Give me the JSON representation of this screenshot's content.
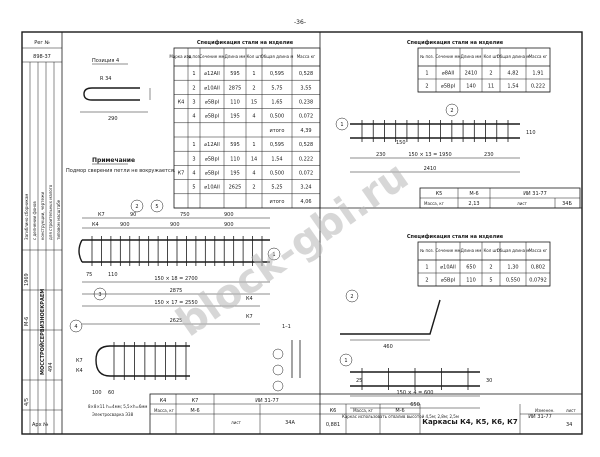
{
  "page_number": "-36-",
  "watermark": "block-gbi.ru",
  "side_panel": {
    "reg_label": "Рег №",
    "reg_value": "898-37",
    "stamp_lines": [
      "Загиблино сборникам",
      "с делнении фонов",
      "конструкции, чертежи",
      "для строительных малого",
      "типовом масштабе"
    ],
    "org": "МОССТРОЙСЕРВИЗНОЕКРАЕМ",
    "sheets": [
      "1969",
      "М-6",
      "494",
      "4/5",
      "Арх №"
    ]
  },
  "position_label": "Позиция 4",
  "detail_dims": [
    "R 34",
    "290"
  ],
  "note_title": "Примечание",
  "note_text": "Подмор сверения петли не вокружается.",
  "main_spec": {
    "title": "Спецификация стали на изделие",
    "headers": [
      "Марка изд.",
      "№ поз.",
      "Сечение мм",
      "Длина мм",
      "Кол шт",
      "Общая длина м",
      "Масса кг"
    ],
    "rows": [
      [
        "",
        "1",
        "⌀12АII",
        "595",
        "1",
        "0,595",
        "0,528"
      ],
      [
        "",
        "2",
        "⌀10АII",
        "2875",
        "2",
        "5,75",
        "3,55"
      ],
      [
        "К4",
        "3",
        "⌀5ВрI",
        "110",
        "15",
        "1,65",
        "0,238"
      ],
      [
        "",
        "4",
        "⌀5ВрI",
        "195",
        "4",
        "0,500",
        "0,072"
      ],
      [
        "",
        "",
        "",
        "",
        "",
        "итого",
        "4,39"
      ],
      [
        "",
        "1",
        "⌀12АII",
        "595",
        "1",
        "0,595",
        "0,528"
      ],
      [
        "",
        "3",
        "⌀5ВрI",
        "110",
        "14",
        "1,54",
        "0,222"
      ],
      [
        "К7",
        "4",
        "⌀5ВрI",
        "195",
        "4",
        "0,500",
        "0,072"
      ],
      [
        "",
        "5",
        "⌀10АII",
        "2625",
        "2",
        "5,25",
        "3,24"
      ],
      [
        "",
        "",
        "",
        "",
        "",
        "итого",
        "4,06"
      ]
    ]
  },
  "k5_spec": {
    "title": "Спецификация стали на изделие",
    "headers": [
      "№ поз.",
      "Сечение мм",
      "Длина мм",
      "Кол шт",
      "Общая длина м",
      "Масса кг"
    ],
    "rows": [
      [
        "1",
        "⌀8АII",
        "2410",
        "2",
        "4,82",
        "1,91"
      ],
      [
        "2",
        "⌀5ВрI",
        "140",
        "11",
        "1,54",
        "0,222"
      ]
    ]
  },
  "k5_view": {
    "dims": [
      "150 × 13 = 1950",
      "230",
      "230",
      "2410",
      "110",
      "150"
    ],
    "markers": [
      "1",
      "2"
    ]
  },
  "k5_stamp": {
    "mark": "К5",
    "mass_label": "Масса, кг",
    "mass": "2,13",
    "series": "М-6",
    "doc": "ИИ 31-77",
    "sheet_label": "лист",
    "sheet": "34Б"
  },
  "k6_spec": {
    "title": "Спецификация стали на изделие",
    "headers": [
      "№ поз.",
      "Сечение мм",
      "Длина мм",
      "Кол шт",
      "Общая длина м",
      "Масса кг"
    ],
    "rows": [
      [
        "1",
        "⌀10АII",
        "650",
        "2",
        "1,30",
        "0,802"
      ],
      [
        "2",
        "⌀5ВрI",
        "110",
        "5",
        "0,550",
        "0,0792"
      ]
    ]
  },
  "k6_view": {
    "dims": [
      "460",
      "150 × 4 = 600",
      "650",
      "30",
      "25"
    ],
    "markers": [
      "1",
      "2"
    ]
  },
  "k4_view": {
    "marks": [
      "К7",
      "К4",
      "К4",
      "К7",
      "К7",
      "К4"
    ],
    "dims": [
      "90",
      "750",
      "900",
      "900",
      "900",
      "900",
      "150 × 18 = 2700",
      "2875",
      "150 × 17 = 2550",
      "2625",
      "75",
      "100",
      "110",
      "60"
    ],
    "markers": [
      "1",
      "2",
      "3",
      "4",
      "5"
    ],
    "section": "1–1",
    "weld_note": "8×8×11 h=4мм; 5,5×h=6мм",
    "weld_note2": "Электросварка Э38"
  },
  "title_block": {
    "marks": [
      "К4",
      "К7",
      "К6"
    ],
    "mass_label": "Масса, кг",
    "series": "М-6",
    "doc": "ИИ 31-77",
    "sheet_label": "лист",
    "sheet": "34А",
    "k6_mass": "0,881",
    "title": "Каркасы К4, К5, К6, К7",
    "change_label": "Изменен.",
    "change_sheet_label": "лист",
    "change_sheet": "34"
  },
  "k6_caption": "Каркас использовать отвалив высотой 4,5м; 2,8м; 2,5м"
}
